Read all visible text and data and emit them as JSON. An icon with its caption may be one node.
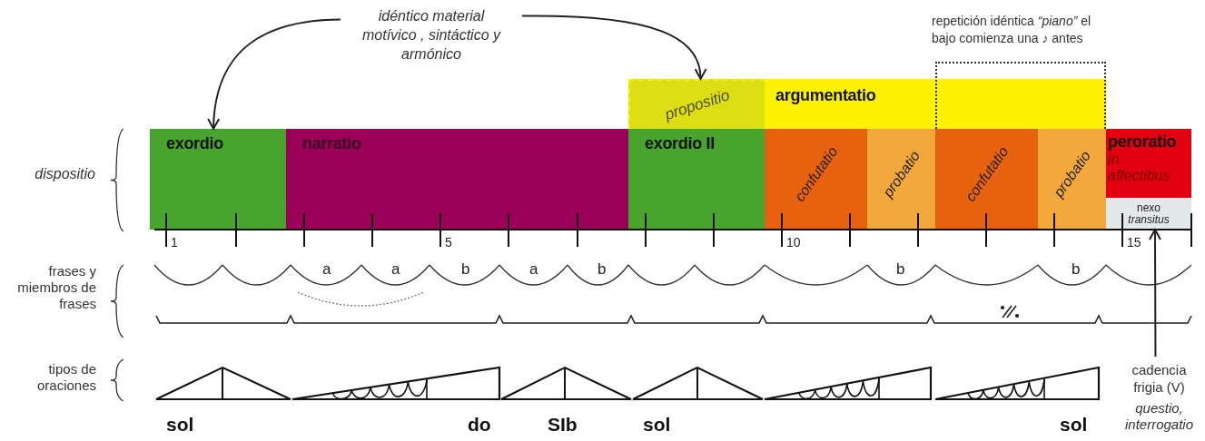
{
  "diagram": {
    "nodes": [
      {
        "text": [
          "idéntico material motívico , sintáctico y armónico"
        ]
      },
      {
        "text": [
          "repetición idéntica *“piano”* el bajo comienza una ♪ antes"
        ]
      },
      {
        "text": [
          "propositio"
        ]
      },
      {
        "text": [
          "argumentatio"
        ]
      },
      {
        "text": [
          "exordio"
        ]
      },
      {
        "text": [
          "narratio"
        ]
      },
      {
        "text": [
          "exordio II"
        ]
      },
      {
        "text": [
          "confutatio"
        ]
      },
      {
        "text": [
          "probatio"
        ]
      },
      {
        "text": [
          "confutatio"
        ]
      },
      {
        "text": [
          "probatio"
        ]
      },
      {
        "text": [
          "peroratio",
          "in affectibus"
        ]
      },
      {
        "text": [
          "nexo",
          "transitus"
        ]
      },
      {
        "text": [
          "cadencia frigia (V)",
          "questio, interrogatio"
        ]
      }
    ],
    "edges": [
      {
        "from": 0,
        "to": 4,
        "arrow": "to"
      },
      {
        "from": 0,
        "to": 2,
        "arrow": "to"
      },
      {
        "from": 13,
        "to": 12,
        "arrow": "to"
      }
    ],
    "labels": [
      "dispositio",
      "1",
      "5",
      "10",
      "15",
      "frases y miembros de frases",
      "a",
      "a",
      "b",
      "a",
      "b",
      "b",
      "b",
      "tipos de oraciones",
      "sol",
      "do",
      "SIb",
      "sol",
      "sol"
    ]
  }
}
